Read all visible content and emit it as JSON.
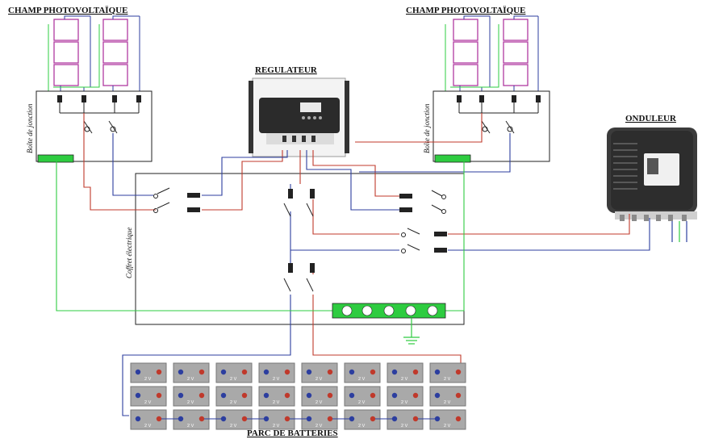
{
  "labels": {
    "pv_left": "CHAMP PHOTOVOLTAÏQUE",
    "pv_right": "CHAMP PHOTOVOLTAÏQUE",
    "regulator": "REGULATEUR",
    "inverter": "ONDULEUR",
    "junction_left": "Boîte de jonction",
    "junction_right": "Boîte de jonction",
    "cabinet": "Coffret électrique",
    "batteries": "PARC DE BATTERIES",
    "battery_voltage": "2 V"
  },
  "colors": {
    "positive": "#c0392b",
    "negative": "#2c3e9f",
    "earth": "#2ecc40",
    "panel_frame": "#b03aa0",
    "inverter_body": "#3a3a3a"
  },
  "battery_bank": {
    "rows": 3,
    "columns": 8
  }
}
